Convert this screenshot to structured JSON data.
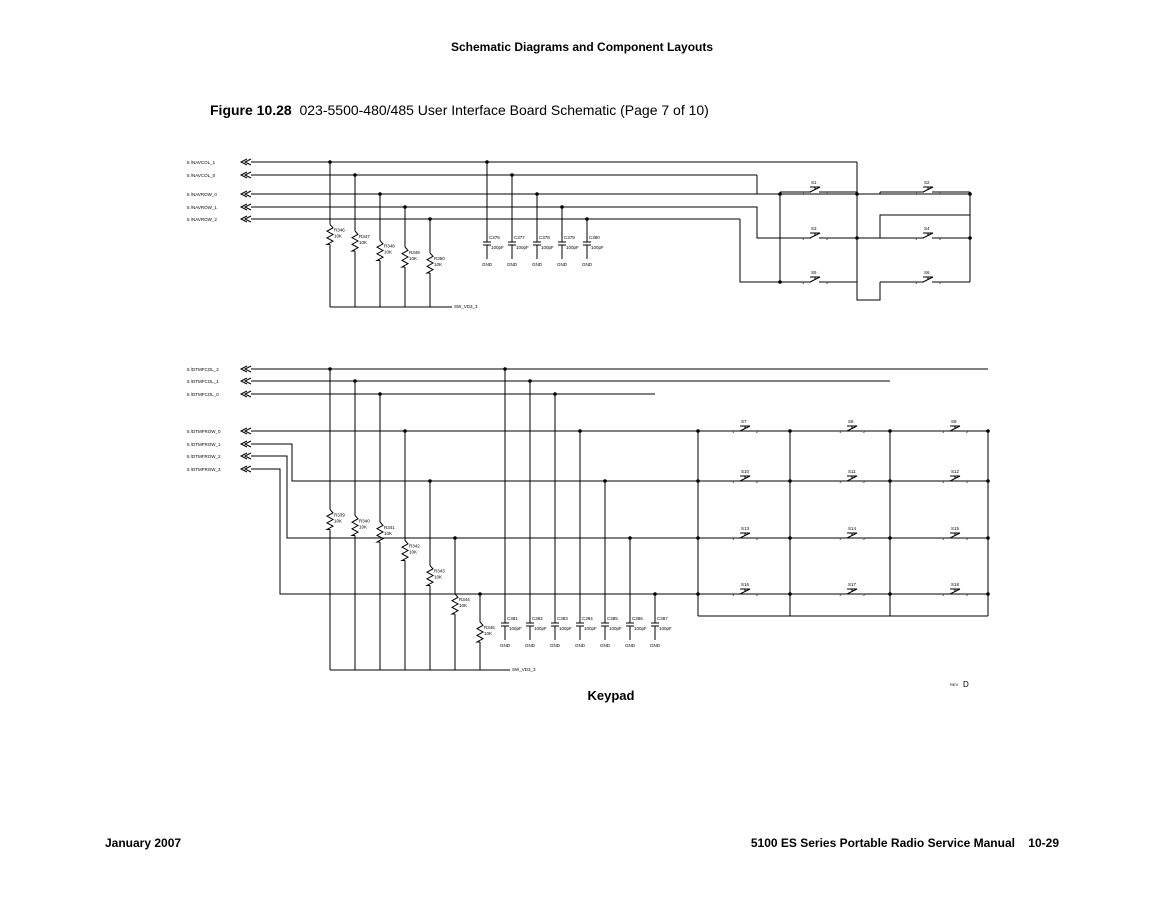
{
  "page": {
    "header": "Schematic Diagrams and Component Layouts",
    "figure_number": "Figure 10.28",
    "figure_title": "023-5500-480/485 User Interface Board Schematic (Page 7 of 10)",
    "footer_left": "January 2007",
    "footer_right": "5100 ES Series Portable Radio Service Manual    10-29"
  },
  "schematic": {
    "section_label": "Keypad",
    "rev_label": "REV",
    "rev_value": "D",
    "nav_signals": [
      "5 /NAVCOL_1",
      "5 /NAVCOL_0",
      "5 /NAVROW_0",
      "5 /NAVROW_1",
      "5 /NAVROW_2"
    ],
    "nav_resistors": [
      "R346",
      "R347",
      "R348",
      "R349",
      "R350"
    ],
    "nav_caps": [
      "C376",
      "C377",
      "C378",
      "C379",
      "C380"
    ],
    "nav_switches": [
      "S1",
      "S2",
      "S3",
      "S4",
      "S5",
      "S6"
    ],
    "nav_supply": "SW_VD3_3",
    "dtmf_signals": [
      "5 /DTMFCOL_2",
      "5 /DTMFCOL_1",
      "5 /DTMFCOL_0",
      "5 /DTMFROW_0",
      "5 /DTMFROW_1",
      "5 /DTMFROW_2",
      "5 /DTMFROW_3"
    ],
    "dtmf_resistors": [
      "R339",
      "R340",
      "R341",
      "R342",
      "R343",
      "R344",
      "R345"
    ],
    "dtmf_caps": [
      "C381",
      "C382",
      "C383",
      "C384",
      "C385",
      "C386",
      "C387"
    ],
    "dtmf_switches": [
      "S7",
      "S8",
      "S9",
      "S10",
      "S11",
      "S12",
      "S13",
      "S14",
      "S15",
      "S16",
      "S17",
      "S18"
    ],
    "dtmf_supply": "SW_VD3_3",
    "resistor_value": "10K",
    "cap_value": "100pF",
    "ground": "GND"
  }
}
